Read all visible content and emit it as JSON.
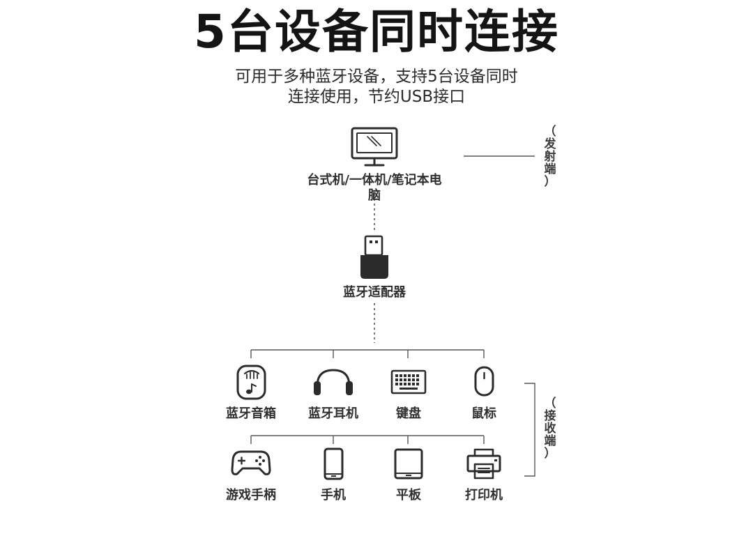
{
  "title": "5台设备同时连接",
  "subtitle_line1": "可用于多种蓝牙设备，支持5台设备同时",
  "subtitle_line2": "连接使用，节约USB接口",
  "sender": {
    "device_label": "台式机/一体机/笔记本电脑",
    "side_label": [
      "（",
      "发",
      "射",
      "端",
      "）"
    ]
  },
  "adapter": {
    "label": "蓝牙适配器"
  },
  "receiver": {
    "side_label": [
      "（",
      "接",
      "收",
      "端",
      "）"
    ],
    "row1": [
      {
        "label": "蓝牙音箱",
        "icon": "speaker-icon"
      },
      {
        "label": "蓝牙耳机",
        "icon": "headphones-icon"
      },
      {
        "label": "键盘",
        "icon": "keyboard-icon"
      },
      {
        "label": "鼠标",
        "icon": "mouse-icon"
      }
    ],
    "row2": [
      {
        "label": "游戏手柄",
        "icon": "gamepad-icon"
      },
      {
        "label": "手机",
        "icon": "phone-icon"
      },
      {
        "label": "平板",
        "icon": "tablet-icon"
      },
      {
        "label": "打印机",
        "icon": "printer-icon"
      }
    ]
  }
}
